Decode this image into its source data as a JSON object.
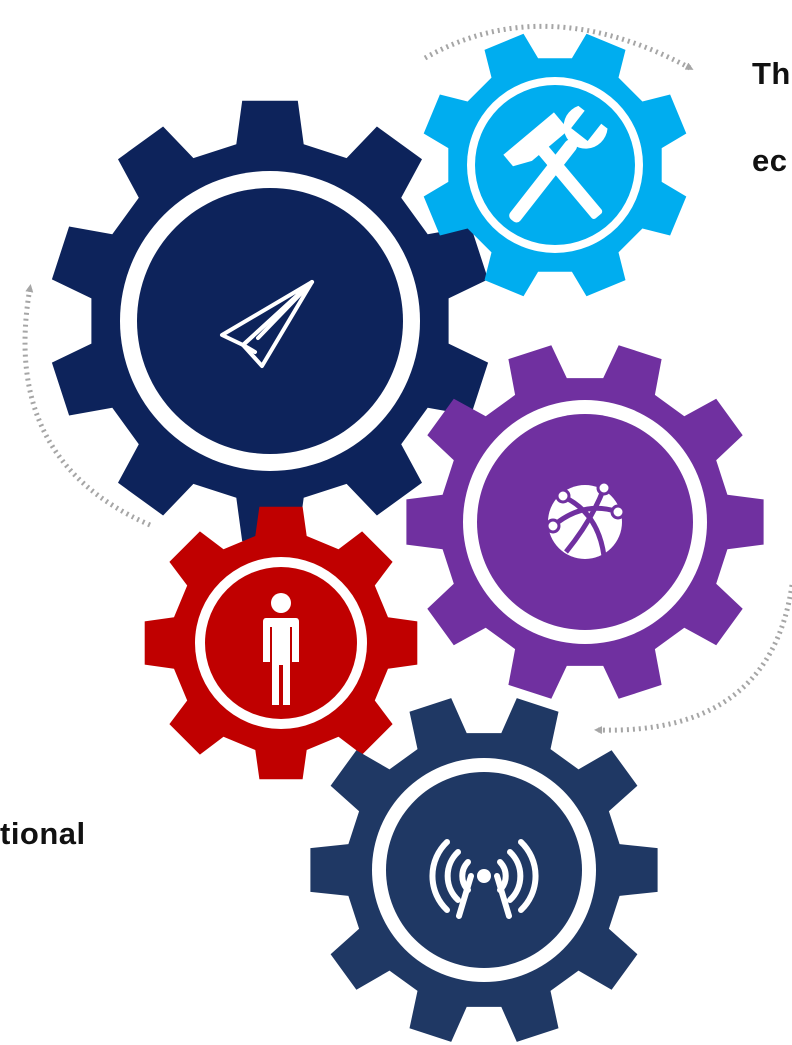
{
  "labels": {
    "top_right_line1": "Th",
    "top_right_line2": "ec",
    "bottom_left": "tional"
  },
  "gears": [
    {
      "name": "gear-paper-plane",
      "color": "#0d235b",
      "icon": "paper-plane-icon"
    },
    {
      "name": "gear-tools",
      "color": "#00adef",
      "icon": "hammer-wrench-icon"
    },
    {
      "name": "gear-globe",
      "color": "#7030a0",
      "icon": "globe-network-icon"
    },
    {
      "name": "gear-person",
      "color": "#c00000",
      "icon": "person-icon"
    },
    {
      "name": "gear-signal",
      "color": "#1f3864",
      "icon": "wireless-signal-icon"
    }
  ],
  "colors": {
    "arrow": "#a6a6a6",
    "ring": "#ffffff",
    "text": "#111111"
  }
}
